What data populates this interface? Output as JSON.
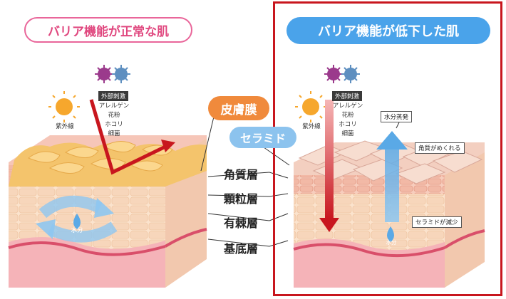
{
  "left_panel": {
    "title": "バリア機能が正常な肌",
    "uv_label": "紫外線",
    "external_tag": "外部刺激",
    "irritants": [
      "アレルゲン",
      "花粉",
      "ホコリ",
      "細菌"
    ],
    "water_label": "水分"
  },
  "right_panel": {
    "title": "バリア機能が低下した肌",
    "uv_label": "紫外線",
    "external_tag": "外部刺激",
    "irritants": [
      "アレルゲン",
      "花粉",
      "ホコリ",
      "細菌"
    ],
    "evaporation_label": "水分蒸発",
    "peeling_label": "角質がめくれる",
    "ceramide_decrease_label": "セラミドが減少",
    "water_label": "水分"
  },
  "center": {
    "membrane_label": "皮膚膜",
    "ceramide_label": "セラミド",
    "layers": [
      "角質層",
      "顆粒層",
      "有棘層",
      "基底層"
    ]
  },
  "colors": {
    "normal_title": "#e0487f",
    "weak_title_bg": "#4aa3ea",
    "frame": "#c8161e",
    "arrow_red": "#c8161e",
    "membrane": "#f08a3c",
    "ceramide": "#8cc3ee",
    "water_blue": "#5aa9e6"
  }
}
